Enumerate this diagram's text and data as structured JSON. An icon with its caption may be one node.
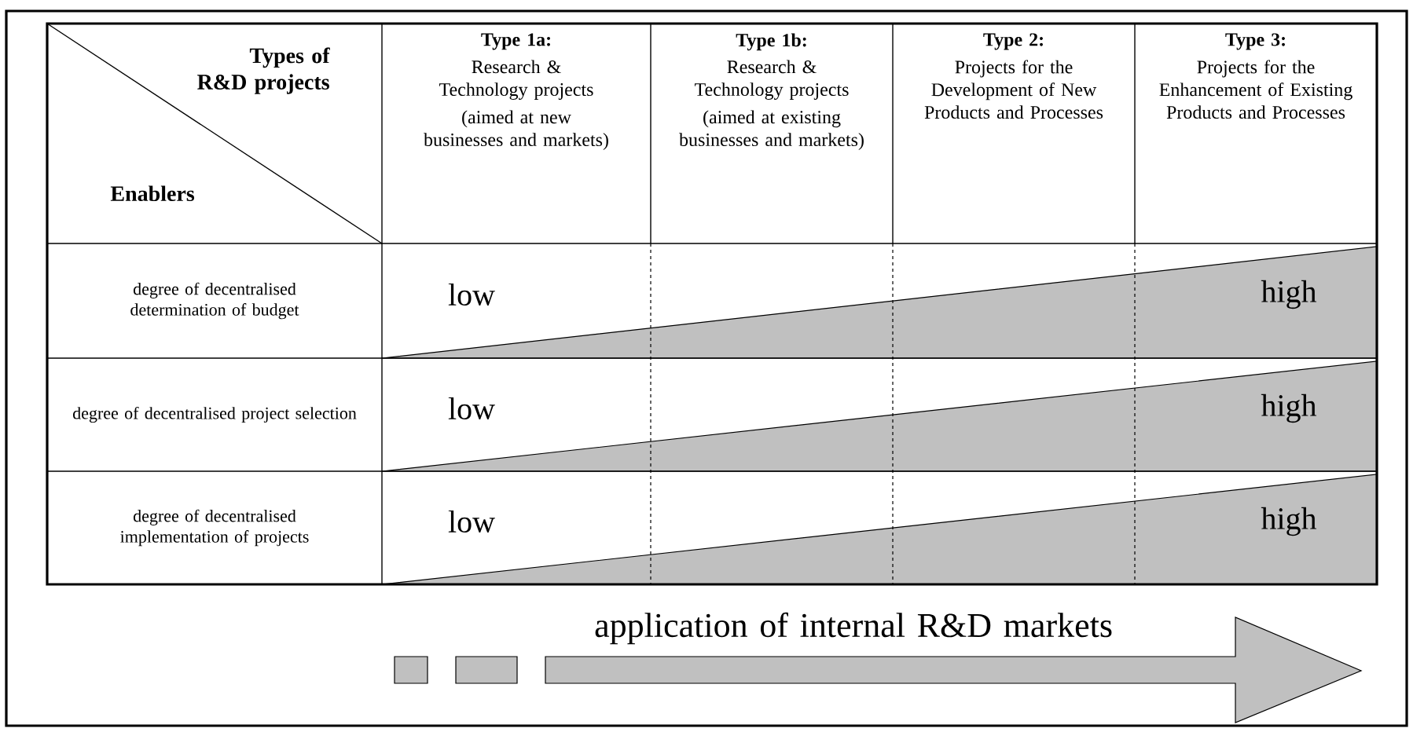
{
  "diagram": {
    "labels": [
      "Types of R&D projects",
      "Enablers",
      "Type 1a:",
      "Research & Technology projects",
      "(aimed at new businesses and markets)",
      "Type 1b:",
      "Research & Technology projects",
      "(aimed at existing businesses and markets)",
      "Type 2:",
      "Projects for the Development of New Products and Processes",
      "Type 3:",
      "Projects for the Enhancement of Existing Products and Processes",
      "degree of decentralised determination of budget",
      "low",
      "high",
      "degree of decentralised project selection",
      "low",
      "high",
      "degree of decentralised implementation of projects",
      "low",
      "high",
      "application of internal R&D markets"
    ]
  }
}
